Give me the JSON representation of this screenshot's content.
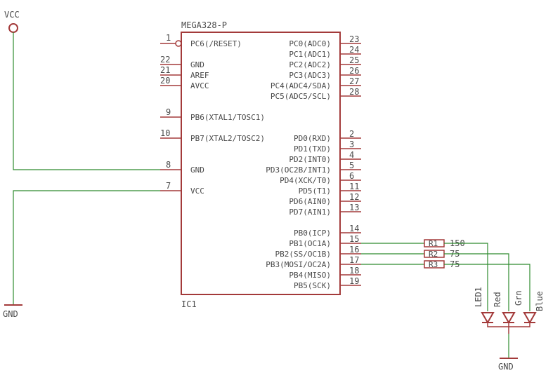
{
  "chip": {
    "name": "MEGA328-P",
    "ref": "IC1"
  },
  "power": {
    "vcc": "VCC",
    "gnd_left": "GND",
    "gnd_bottom": "GND"
  },
  "left_pins": [
    {
      "num": "1",
      "name": "PC6(/RESET)"
    },
    {
      "num": "22",
      "name": "GND"
    },
    {
      "num": "21",
      "name": "AREF"
    },
    {
      "num": "20",
      "name": "AVCC"
    },
    {
      "num": "9",
      "name": "PB6(XTAL1/TOSC1)"
    },
    {
      "num": "10",
      "name": "PB7(XTAL2/TOSC2)"
    },
    {
      "num": "8",
      "name": "GND"
    },
    {
      "num": "7",
      "name": "VCC"
    }
  ],
  "right_pins": [
    {
      "num": "23",
      "name": "PC0(ADC0)"
    },
    {
      "num": "24",
      "name": "PC1(ADC1)"
    },
    {
      "num": "25",
      "name": "PC2(ADC2)"
    },
    {
      "num": "26",
      "name": "PC3(ADC3)"
    },
    {
      "num": "27",
      "name": "PC4(ADC4/SDA)"
    },
    {
      "num": "28",
      "name": "PC5(ADC5/SCL)"
    },
    {
      "num": "2",
      "name": "PD0(RXD)"
    },
    {
      "num": "3",
      "name": "PD1(TXD)"
    },
    {
      "num": "4",
      "name": "PD2(INT0)"
    },
    {
      "num": "5",
      "name": "PD3(OC2B/INT1)"
    },
    {
      "num": "6",
      "name": "PD4(XCK/T0)"
    },
    {
      "num": "11",
      "name": "PD5(T1)"
    },
    {
      "num": "12",
      "name": "PD6(AIN0)"
    },
    {
      "num": "13",
      "name": "PD7(AIN1)"
    },
    {
      "num": "14",
      "name": "PB0(ICP)"
    },
    {
      "num": "15",
      "name": "PB1(OC1A)"
    },
    {
      "num": "16",
      "name": "PB2(SS/OC1B)"
    },
    {
      "num": "17",
      "name": "PB3(MOSI/OC2A)"
    },
    {
      "num": "18",
      "name": "PB4(MISO)"
    },
    {
      "num": "19",
      "name": "PB5(SCK)"
    }
  ],
  "resistors": [
    {
      "ref": "R1",
      "value": "150"
    },
    {
      "ref": "R2",
      "value": "75"
    },
    {
      "ref": "R3",
      "value": "75"
    }
  ],
  "led": {
    "ref": "LED1",
    "channels": [
      "Red",
      "Grn",
      "Blue"
    ]
  },
  "colors": {
    "symbol": "#a33a3a",
    "net": "#2e8b2e",
    "text": "#4a4a4a"
  }
}
